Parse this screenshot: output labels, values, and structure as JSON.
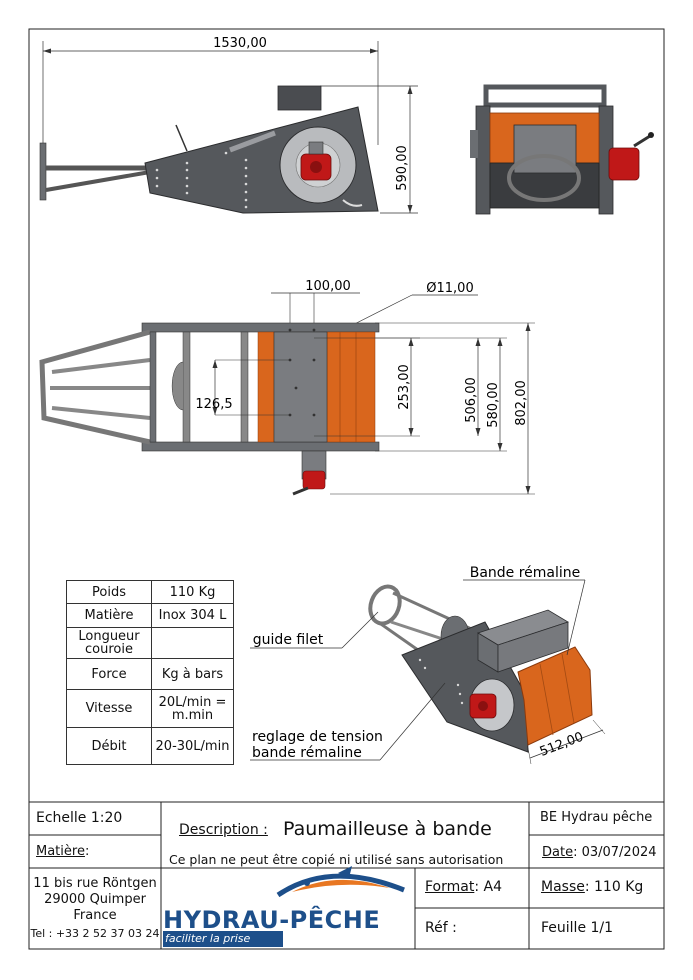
{
  "dims": {
    "overall_length": "1530,00",
    "height": "590,00",
    "d100": "100,00",
    "diameter": "Ø11,00",
    "d126": "126,5",
    "d253": "253,00",
    "d506": "506,00",
    "d580": "580,00",
    "d802": "802,00",
    "d512": "512,00"
  },
  "callouts": {
    "bande": "Bande rémaline",
    "guide": "guide filet",
    "reglage_1": "reglage de tension",
    "reglage_2": "bande rémaline"
  },
  "specs": [
    {
      "label": "Poids",
      "value": "110 Kg"
    },
    {
      "label": "Matière",
      "value": "Inox 304 L"
    },
    {
      "label": "Longueur couroie",
      "value": ""
    },
    {
      "label": "Force",
      "value": "Kg à bars"
    },
    {
      "label": "Vitesse",
      "value": "20L/min = m.min"
    },
    {
      "label": "Débit",
      "value": "20-30L/min"
    }
  ],
  "title_block": {
    "echelle": "Echelle 1:20",
    "description_label": "Description :",
    "description": "Paumailleuse à bande",
    "company_short": "BE Hydrau pêche",
    "matiere_label": "Matière",
    "matiere_colon": ":",
    "copy_notice": "Ce plan ne peut être copié ni utilisé sans autorisation",
    "date_label": "Date",
    "date_value": ": 03/07/2024",
    "address_1": "11 bis rue Röntgen",
    "address_2": "29000 Quimper",
    "address_3": "France",
    "phone": "Tel : +33 2 52 37 03 24",
    "logo_name": "HYDRAU-PÊCHE",
    "logo_tagline": "faciliter la prise",
    "format_label": "Format",
    "format_value": ": A4",
    "masse_label": "Masse",
    "masse_value": ": 110 Kg",
    "ref": "Réf :",
    "feuille": "Feuille 1/1"
  },
  "colors": {
    "steel": "#55585c",
    "steel_dark": "#3a3c3f",
    "belt_orange": "#d9661d",
    "belt_dark": "#8c3a0c",
    "motor_red": "#c01818",
    "logo_blue": "#1d4f8a",
    "logo_orange": "#e87722"
  }
}
